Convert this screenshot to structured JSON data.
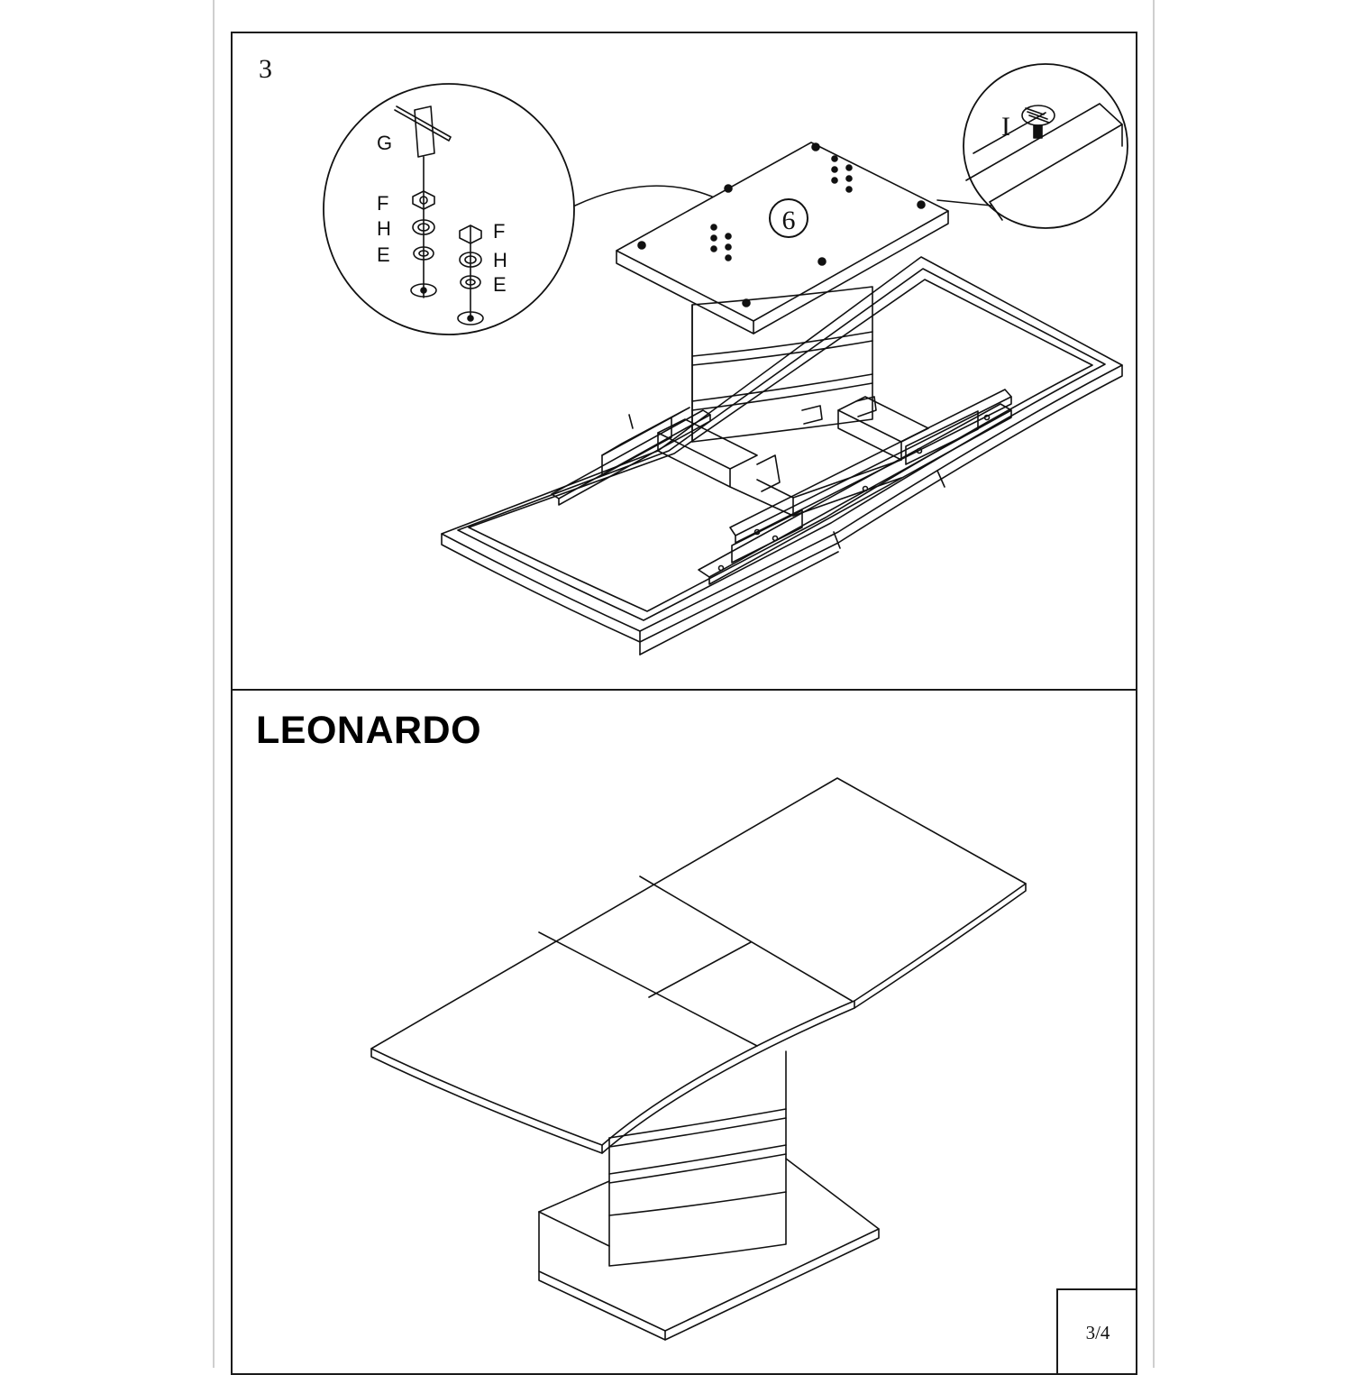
{
  "step": {
    "number": "3"
  },
  "detail_left": {
    "labels": [
      "G",
      "F",
      "H",
      "E",
      "F",
      "H",
      "E"
    ]
  },
  "detail_right": {
    "label": "I"
  },
  "callout": {
    "number": "6"
  },
  "product": {
    "name": "LEONARDO"
  },
  "footer": {
    "page": "3/4"
  }
}
